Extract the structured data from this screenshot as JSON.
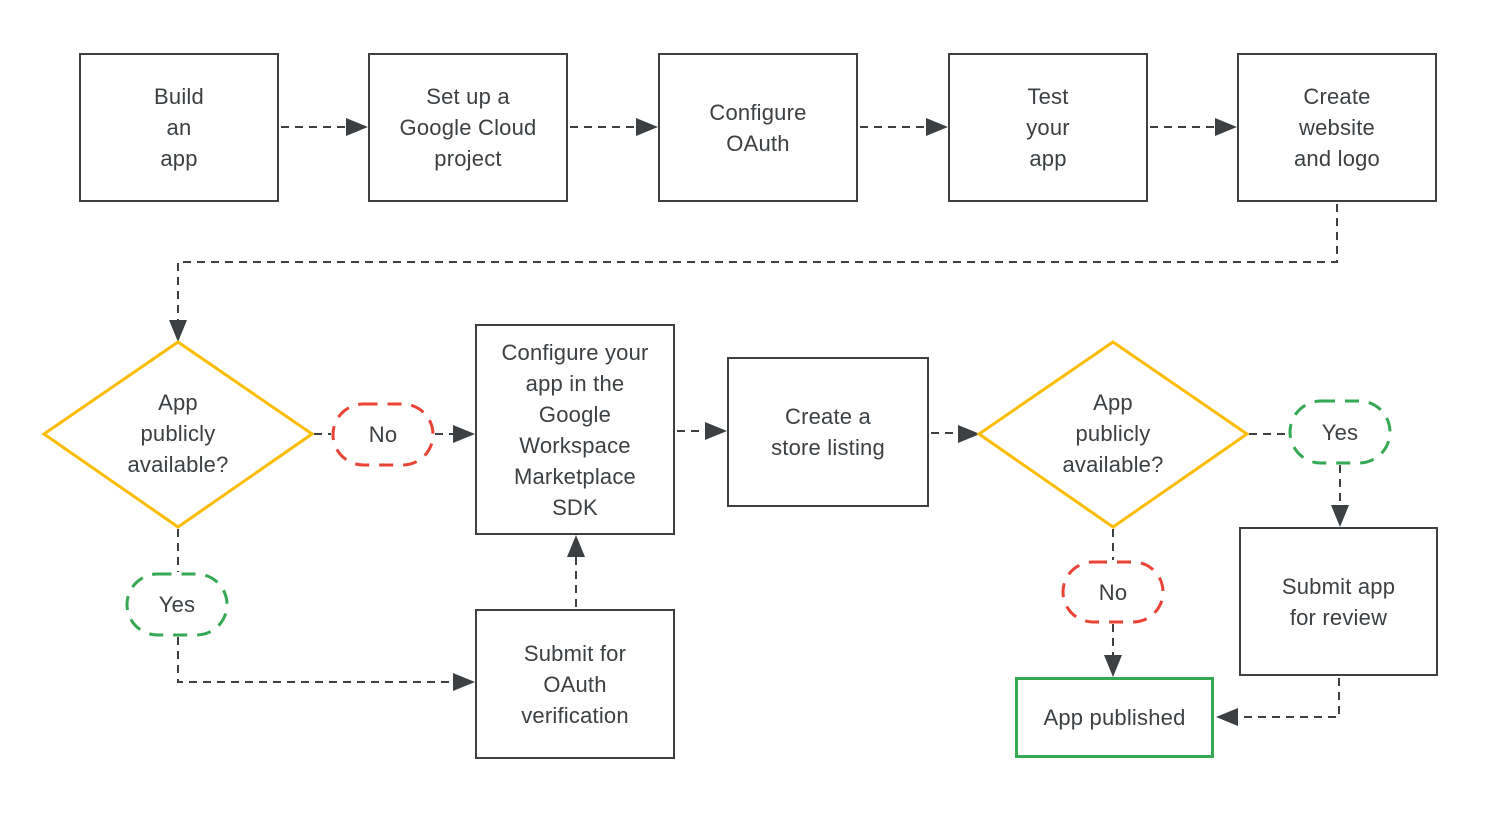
{
  "colors": {
    "outline": "#3C4043",
    "decision": "#FBBC04",
    "no": "#EA4335",
    "yes": "#34A853",
    "published": "#34A853",
    "background": "#FFFFFF"
  },
  "nodes": {
    "build_app": {
      "label": "Build\nan\napp"
    },
    "setup_project": {
      "label": "Set up a\nGoogle Cloud\nproject"
    },
    "configure_oauth": {
      "label": "Configure\nOAuth"
    },
    "test_app": {
      "label": "Test\nyour\napp"
    },
    "create_website": {
      "label": "Create\nwebsite\nand logo"
    },
    "decision_left": {
      "label": "App\npublicly\navailable?"
    },
    "no_left": {
      "label": "No"
    },
    "yes_left": {
      "label": "Yes"
    },
    "configure_sdk": {
      "label": "Configure your\napp in the\nGoogle\nWorkspace\nMarketplace\nSDK"
    },
    "store_listing": {
      "label": "Create a\nstore listing"
    },
    "decision_right": {
      "label": "App\npublicly\navailable?"
    },
    "yes_right": {
      "label": "Yes"
    },
    "no_right": {
      "label": "No"
    },
    "submit_oauth": {
      "label": "Submit for\nOAuth\nverification"
    },
    "submit_review": {
      "label": "Submit app\nfor review"
    },
    "app_published": {
      "label": "App published"
    }
  }
}
